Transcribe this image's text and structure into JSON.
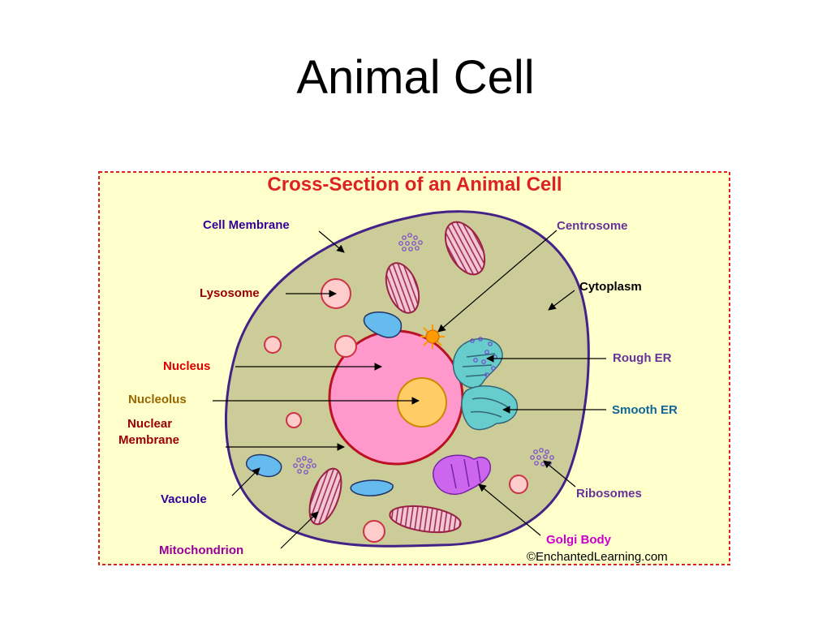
{
  "slide": {
    "title": "Animal Cell"
  },
  "diagram": {
    "title": "Cross-Section of an Animal Cell",
    "credit": "©EnchantedLearning.com",
    "labels": {
      "cell_membrane": "Cell Membrane",
      "lysosome": "Lysosome",
      "nucleus": "Nucleus",
      "nucleolus": "Nucleolus",
      "nuclear_membrane_1": "Nuclear",
      "nuclear_membrane_2": "Membrane",
      "vacuole": "Vacuole",
      "mitochondrion": "Mitochondrion",
      "centrosome": "Centrosome",
      "cytoplasm": "Cytoplasm",
      "rough_er": "Rough ER",
      "smooth_er": "Smooth ER",
      "ribosomes": "Ribosomes",
      "golgi_body": "Golgi Body"
    },
    "colors": {
      "panel_bg": "#ffffcc",
      "panel_border": "#dd2222",
      "title": "#dd2222",
      "cytoplasm": "#cccc99",
      "membrane": "#442288",
      "nucleus": "#ff99cc",
      "nuclear_membrane": "#bb1122",
      "nucleolus": "#ffcc66",
      "mitochondria": "#dd88aa",
      "vacuole": "#66bbee",
      "lysosome": "#ffcccc",
      "er": "#66cccc",
      "golgi": "#cc66ee",
      "centrosome": "#ff9900"
    }
  }
}
